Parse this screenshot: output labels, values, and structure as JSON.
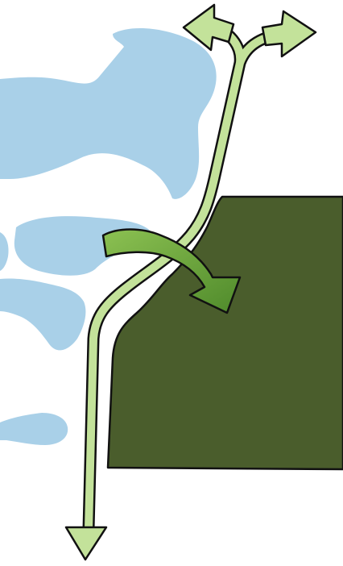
{
  "diagram": {
    "colors": {
      "background": "#ffffff",
      "water": "#a9d0e8",
      "forest_block": "#4a5d2c",
      "corridor_fill": "#c3e29a",
      "curved_arrow_light": "#8cc152",
      "curved_arrow_dark": "#4f8a2b",
      "outline": "#111111"
    },
    "elements": {
      "water_patches": 5,
      "corridor_arrow_heads": [
        "up-left",
        "up-right",
        "down"
      ],
      "curved_arrow_direction": "left-to-right-down"
    }
  }
}
